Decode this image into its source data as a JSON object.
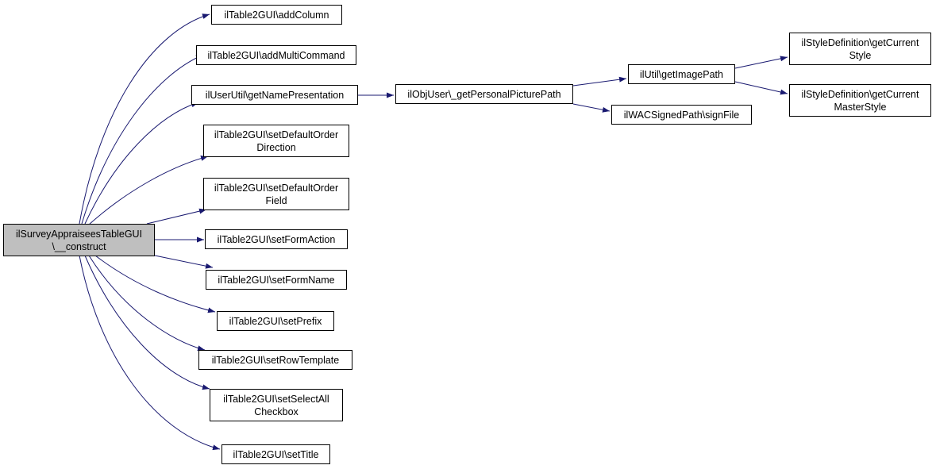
{
  "colors": {
    "edge": "#191970",
    "root_fill": "#bfbfbf",
    "node_fill": "#ffffff",
    "border": "#000000"
  },
  "nodes": {
    "root": {
      "line1": "ilSurveyAppraiseesTableGUI",
      "line2": "\\__construct"
    },
    "addColumn": {
      "line1": "ilTable2GUI\\addColumn"
    },
    "addMultiCommand": {
      "line1": "ilTable2GUI\\addMultiCommand"
    },
    "getNamePresentation": {
      "line1": "ilUserUtil\\getNamePresentation"
    },
    "setDefaultOrderDirection": {
      "line1": "ilTable2GUI\\setDefaultOrder",
      "line2": "Direction"
    },
    "setDefaultOrderField": {
      "line1": "ilTable2GUI\\setDefaultOrder",
      "line2": "Field"
    },
    "setFormAction": {
      "line1": "ilTable2GUI\\setFormAction"
    },
    "setFormName": {
      "line1": "ilTable2GUI\\setFormName"
    },
    "setPrefix": {
      "line1": "ilTable2GUI\\setPrefix"
    },
    "setRowTemplate": {
      "line1": "ilTable2GUI\\setRowTemplate"
    },
    "setSelectAllCheckbox": {
      "line1": "ilTable2GUI\\setSelectAll",
      "line2": "Checkbox"
    },
    "setTitle": {
      "line1": "ilTable2GUI\\setTitle"
    },
    "getPersonalPicturePath": {
      "line1": "ilObjUser\\_getPersonalPicturePath"
    },
    "getImagePath": {
      "line1": "ilUtil\\getImagePath"
    },
    "signFile": {
      "line1": "ilWACSignedPath\\signFile"
    },
    "getCurrentStyle": {
      "line1": "ilStyleDefinition\\getCurrent",
      "line2": "Style"
    },
    "getCurrentMasterStyle": {
      "line1": "ilStyleDefinition\\getCurrent",
      "line2": "MasterStyle"
    }
  }
}
